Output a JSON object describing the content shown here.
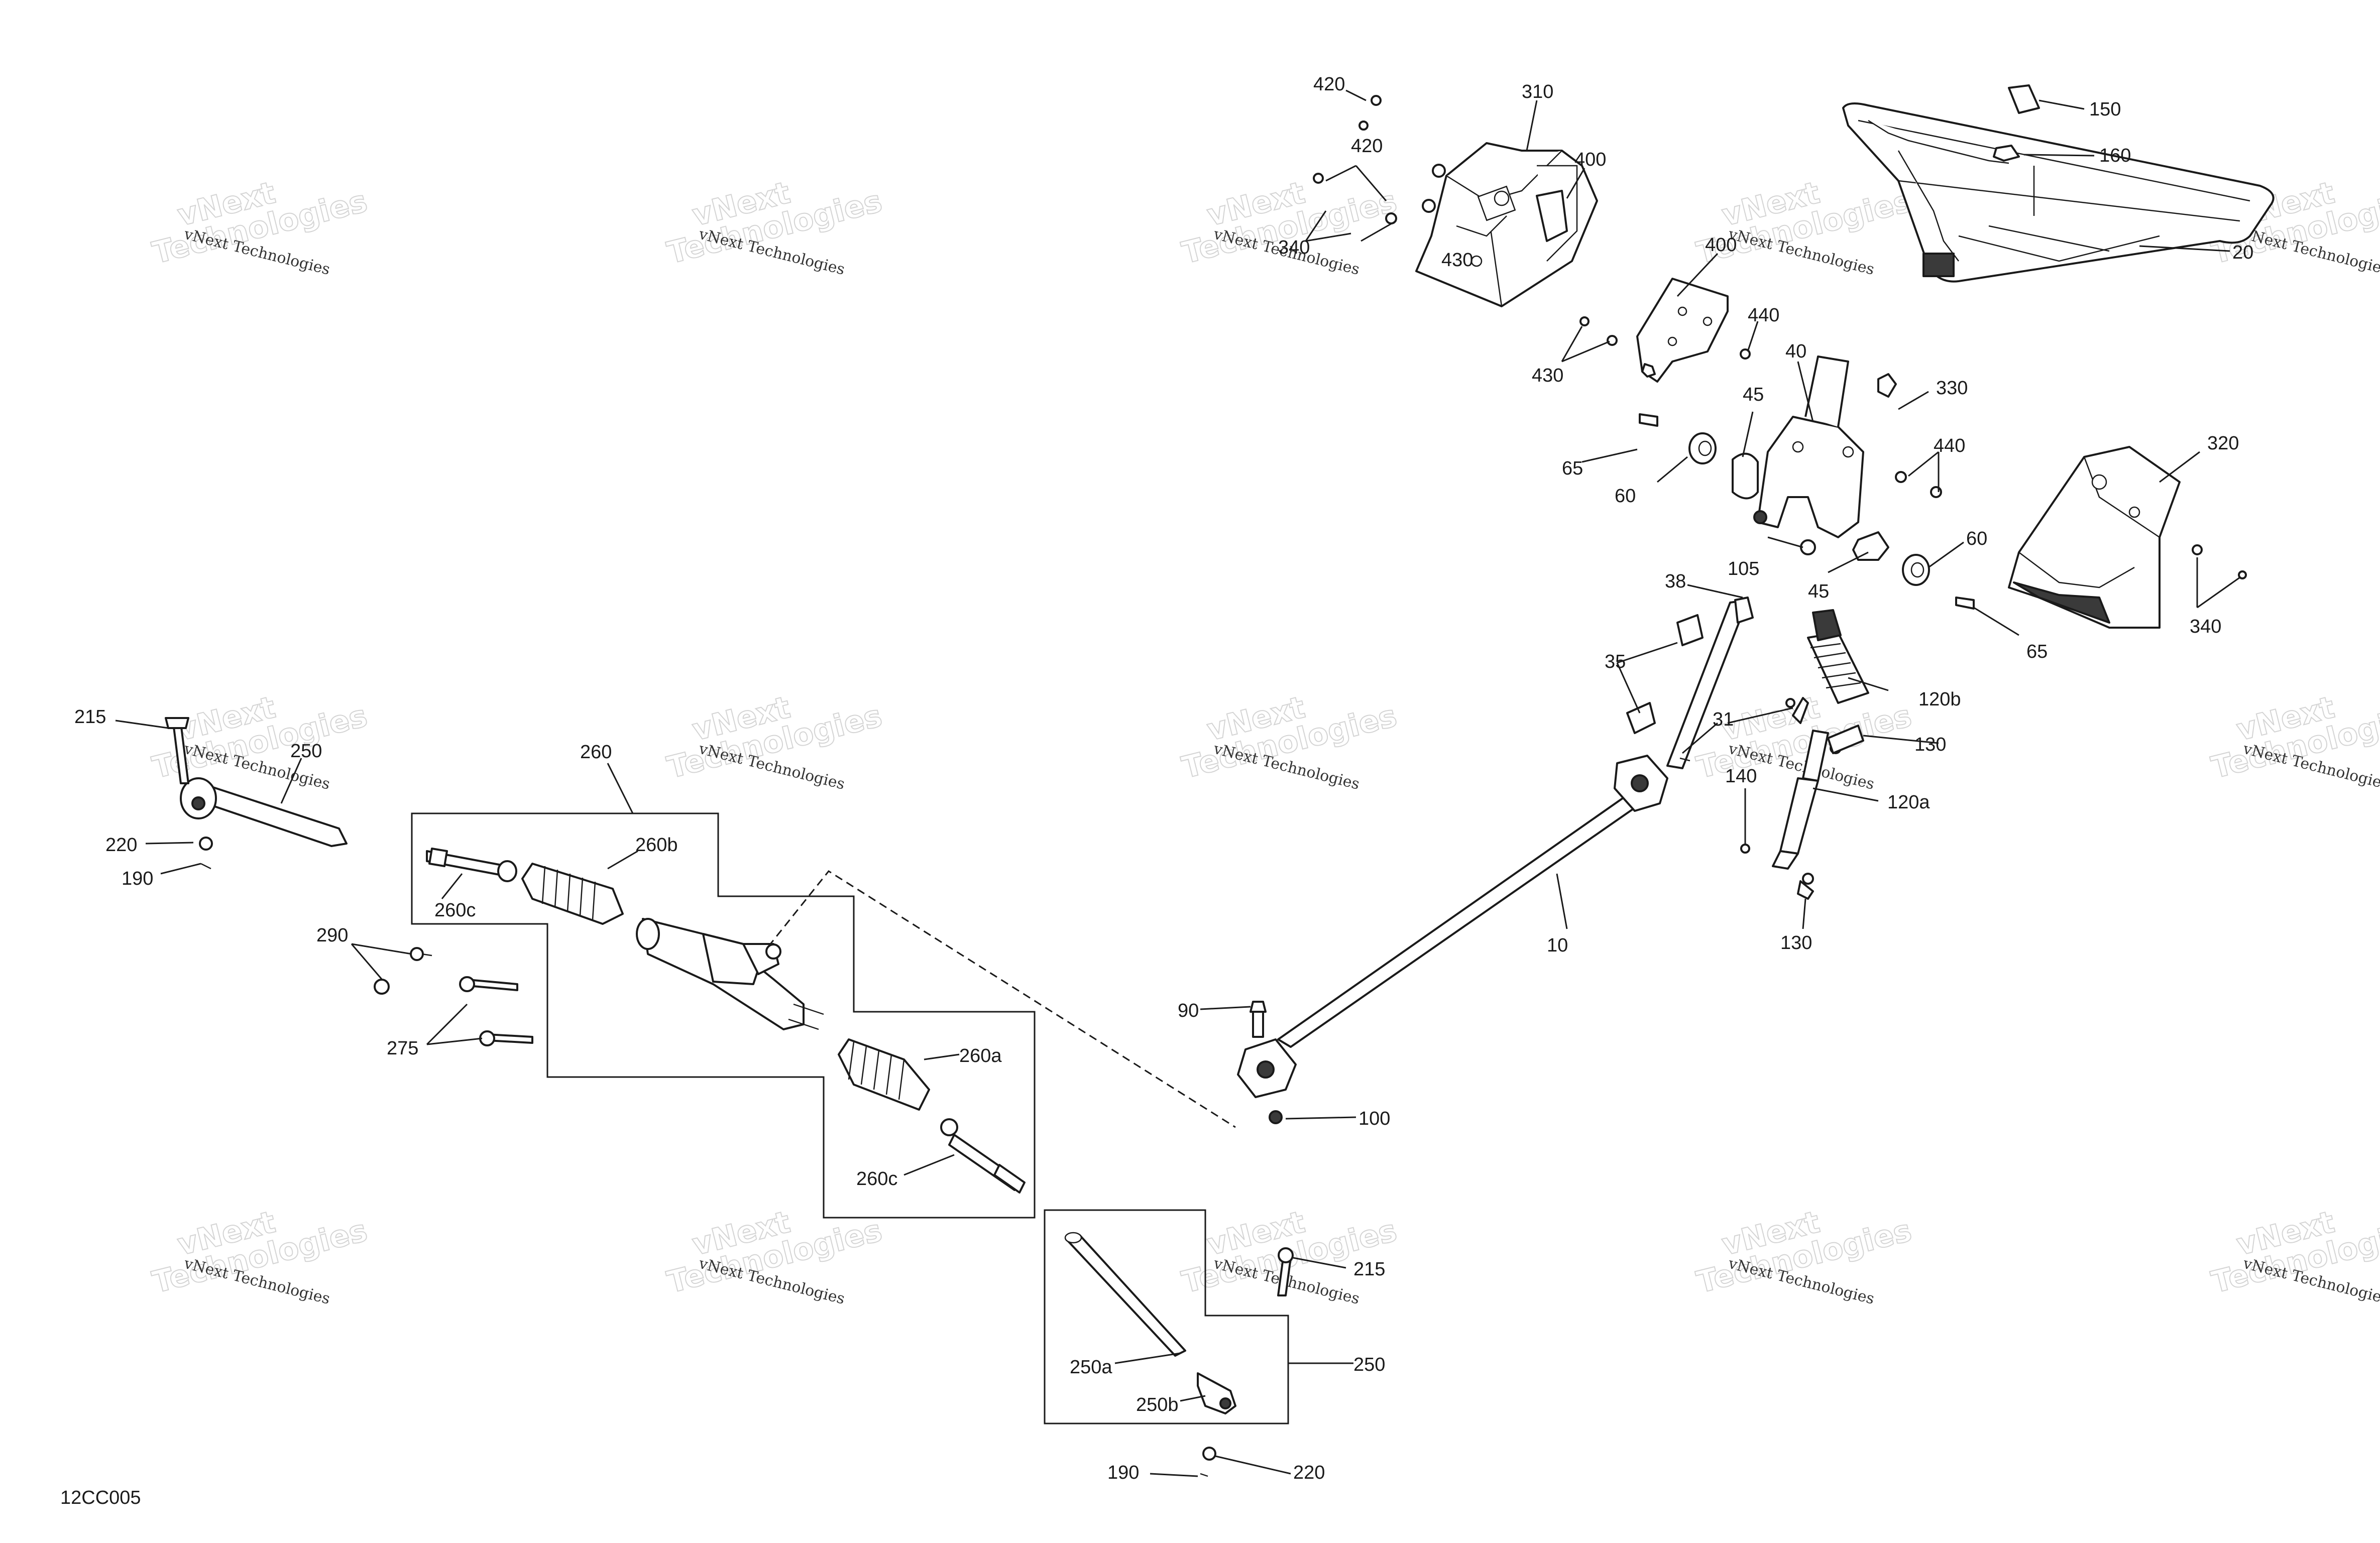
{
  "diagram_code": "12CC005",
  "watermark": {
    "line1": "vNext",
    "line2": "Technologies",
    "full": "vNext Technologies"
  },
  "callouts": [
    "420",
    "420",
    "310",
    "400",
    "150",
    "160",
    "20",
    "340",
    "430",
    "400",
    "440",
    "430",
    "40",
    "330",
    "45",
    "65",
    "60",
    "440",
    "320",
    "105",
    "38",
    "45",
    "60",
    "65",
    "340",
    "35",
    "120b",
    "31",
    "130",
    "140",
    "120a",
    "130",
    "10",
    "215",
    "250",
    "260",
    "260b",
    "220",
    "190",
    "260c",
    "290",
    "275",
    "90",
    "260a",
    "100",
    "260c",
    "215",
    "250a",
    "250",
    "250b",
    "190",
    "220"
  ]
}
